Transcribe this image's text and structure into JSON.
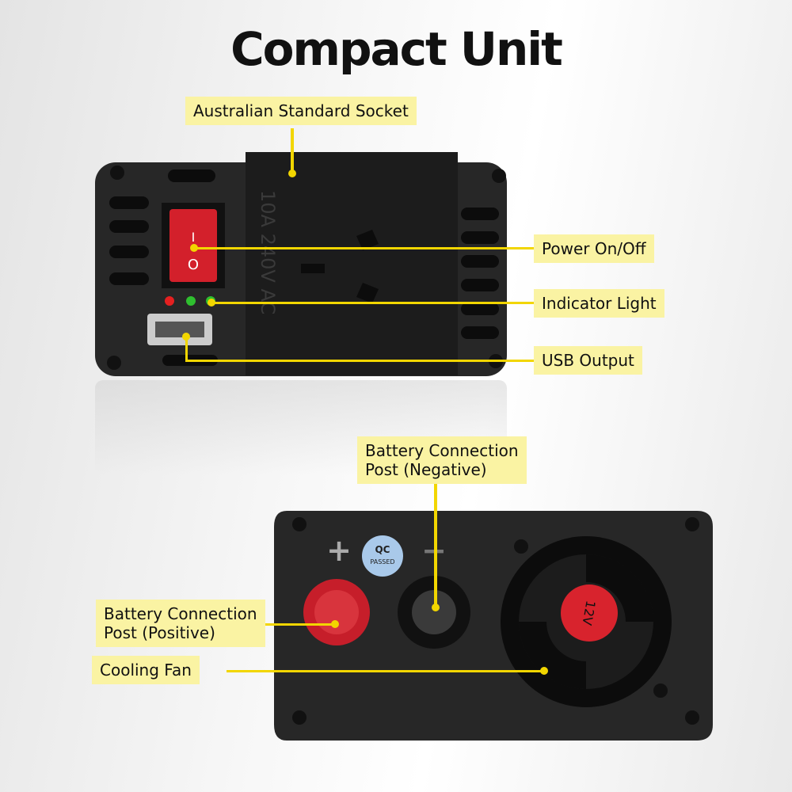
{
  "title": "Compact Unit",
  "labels": {
    "socket": "Australian Standard Socket",
    "power": "Power On/Off",
    "indicator": "Indicator Light",
    "usb": "USB Output",
    "neg_line1": "Battery Connection",
    "neg_line2": "Post (Negative)",
    "pos_line1": "Battery Connection",
    "pos_line2": "Post (Positive)",
    "fan": "Cooling Fan"
  },
  "device_text": {
    "socket_rating": "10A 240V AC",
    "switch_on": "I",
    "switch_off": "O",
    "qc_line1": "QC",
    "qc_line2": "PASSED",
    "plus": "+",
    "minus": "−",
    "fan_voltage": "12V"
  },
  "colors": {
    "label_bg": "#faf3a3",
    "leader": "#f2d600",
    "body": "#262626",
    "switch": "#d3202b"
  }
}
